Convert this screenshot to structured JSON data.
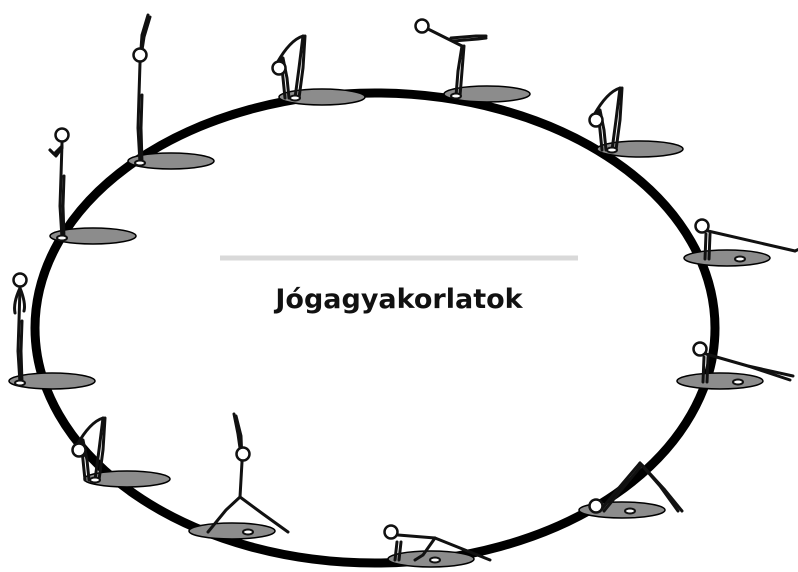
{
  "title": "Jógagyakorlatok",
  "colors": {
    "background": "#ffffff",
    "ring": "#000000",
    "mat": "#8c8c8c",
    "mat_outline": "#000000",
    "figure_stroke": "#111111",
    "figure_fill": "#ffffff",
    "title_text": "#111111",
    "title_rule": "#d9d9d9"
  },
  "poses": [
    {
      "name": "mountain-pose"
    },
    {
      "name": "prayer-pose"
    },
    {
      "name": "upward-salute"
    },
    {
      "name": "forward-fold"
    },
    {
      "name": "half-lift"
    },
    {
      "name": "forward-fold"
    },
    {
      "name": "plank-pose"
    },
    {
      "name": "knees-down-plank"
    },
    {
      "name": "downward-dog"
    },
    {
      "name": "low-lunge"
    },
    {
      "name": "high-lunge"
    },
    {
      "name": "forward-fold"
    }
  ]
}
